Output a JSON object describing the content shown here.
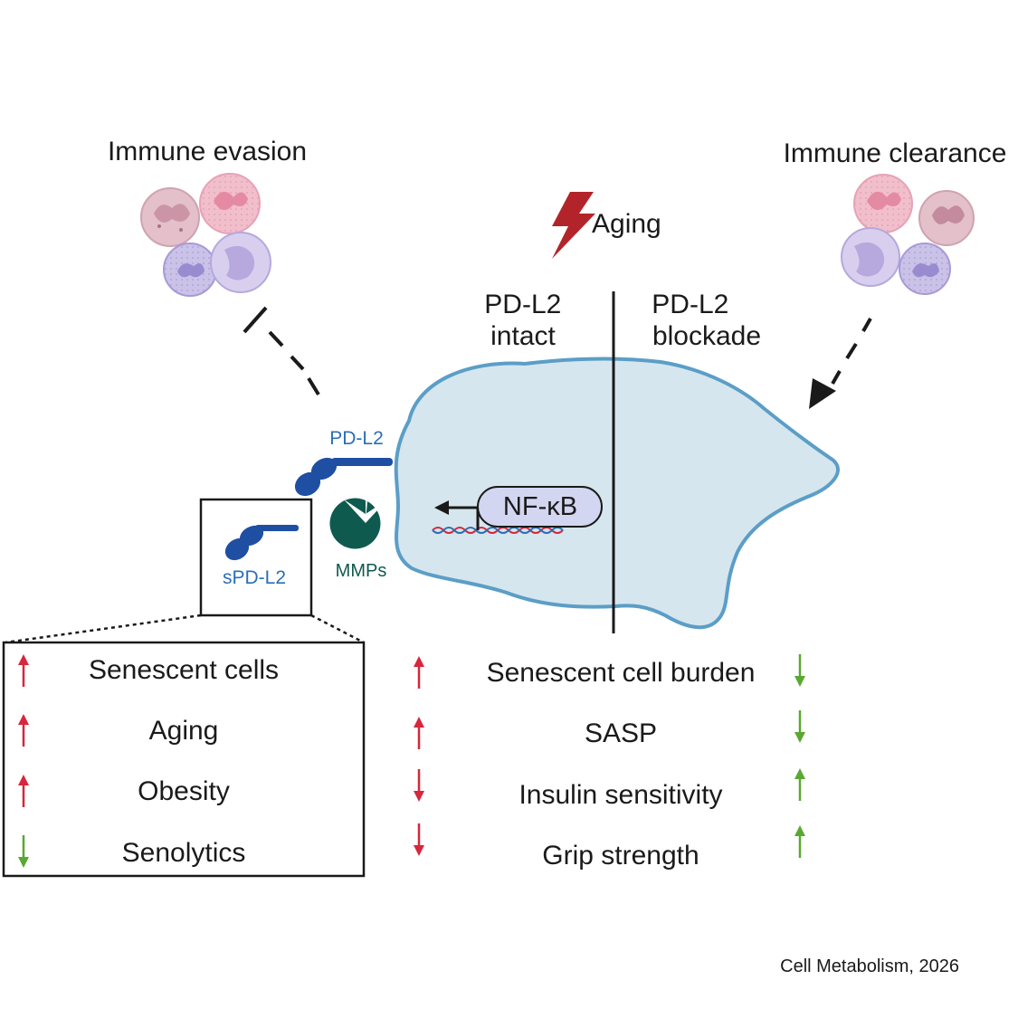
{
  "left_panel": {
    "title": "Immune evasion"
  },
  "right_panel": {
    "title": "Immune clearance"
  },
  "trigger": {
    "label": "Aging"
  },
  "cell": {
    "left_half_label": [
      "PD-L2",
      "intact"
    ],
    "right_half_label": [
      "PD-L2",
      "blockade"
    ],
    "nfkb_label": "NF-κB"
  },
  "pdl2_label": "PD-L2",
  "mmps_label": "MMPs",
  "spdl2_label": "sPD-L2",
  "spdl2_box": {
    "items": [
      {
        "label": "Senescent cells",
        "trend": "up"
      },
      {
        "label": "Aging",
        "trend": "up"
      },
      {
        "label": "Obesity",
        "trend": "up"
      },
      {
        "label": "Senolytics",
        "trend": "down"
      }
    ]
  },
  "outcomes": [
    {
      "label": "Senescent cell burden",
      "intact": "up",
      "blockade": "down"
    },
    {
      "label": "SASP",
      "intact": "up",
      "blockade": "down"
    },
    {
      "label": "Insulin sensitivity",
      "intact": "down",
      "blockade": "up"
    },
    {
      "label": "Grip strength",
      "intact": "down",
      "blockade": "up"
    }
  ],
  "citation": "Cell Metabolism, 2026",
  "colors": {
    "red_arrow": "#d7263d",
    "green_arrow": "#5aa832",
    "pdl2_blue": "#1f4fa3",
    "label_blue": "#2a6fb5",
    "cell_fill": "#d6e6ee",
    "cell_stroke": "#5b9ec7",
    "mmp_green": "#0f5a4f",
    "aging_red": "#b3242a"
  }
}
